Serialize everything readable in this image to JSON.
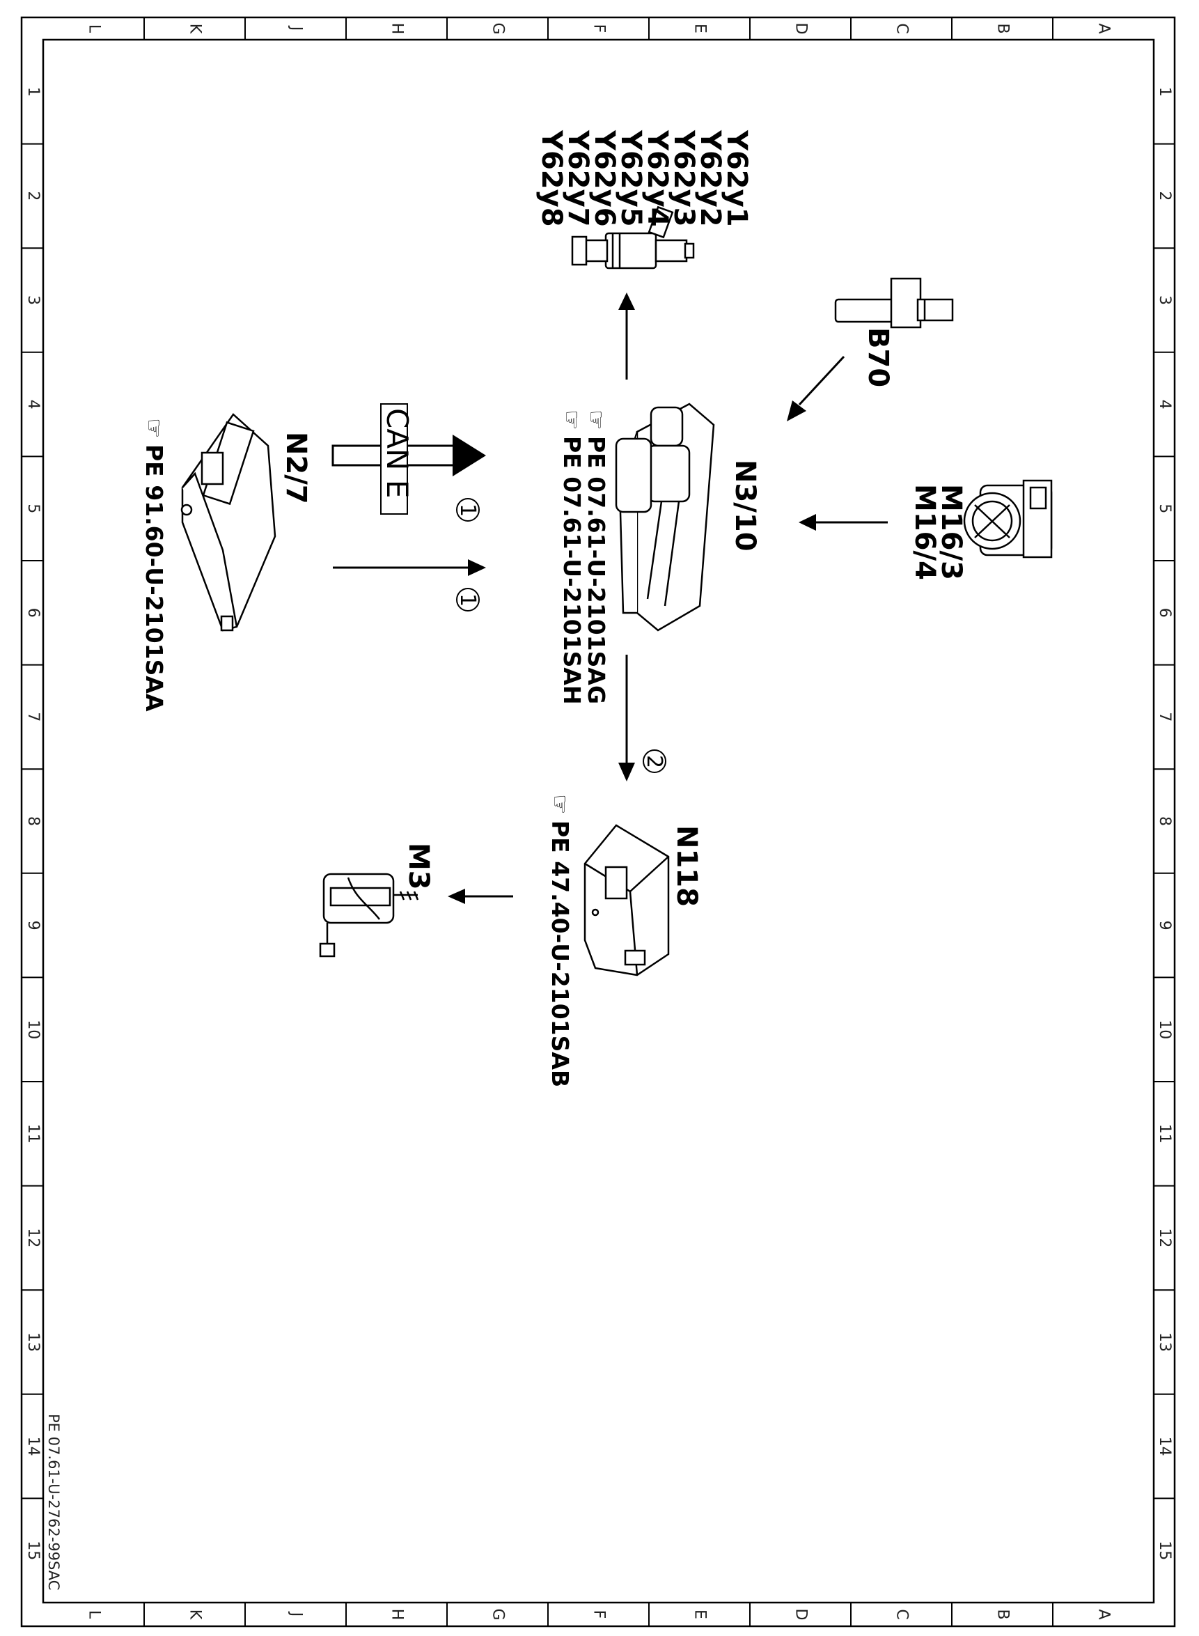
{
  "grid": {
    "letters": [
      "L",
      "K",
      "J",
      "H",
      "G",
      "F",
      "E",
      "D",
      "C",
      "B",
      "A"
    ],
    "numbers": [
      "1",
      "2",
      "3",
      "4",
      "5",
      "6",
      "7",
      "8",
      "9",
      "10",
      "11",
      "12",
      "13",
      "14",
      "15"
    ]
  },
  "document_id": "PE 07.61-U-2762-99SAC",
  "components": {
    "n3_10": {
      "label": "N3/10",
      "refs": [
        "PE 07.61-U-2101SAG",
        "PE 07.61-U-2101SAH"
      ]
    },
    "y62": {
      "labels": [
        "Y62y1",
        "Y62y2",
        "Y62y3",
        "Y62y4",
        "Y62y5",
        "Y62y6",
        "Y62y7",
        "Y62y8"
      ]
    },
    "b70": {
      "label": "B70"
    },
    "m16": {
      "labels": [
        "M16/3",
        "M16/4"
      ]
    },
    "n2_7": {
      "label": "N2/7",
      "ref": "PE 91.60-U-2101SAA"
    },
    "n118": {
      "label": "N118",
      "ref": "PE 47.40-U-2101SAB"
    },
    "m3": {
      "label": "M3"
    }
  },
  "connections": {
    "can_label": "CAN E",
    "markers": [
      "1",
      "1",
      "2"
    ]
  },
  "icons": [
    "pointing-hand-icon",
    "injector-icon",
    "crank-sensor-icon",
    "throttle-body-icon",
    "control-unit-icon",
    "fuel-pump-icon"
  ]
}
